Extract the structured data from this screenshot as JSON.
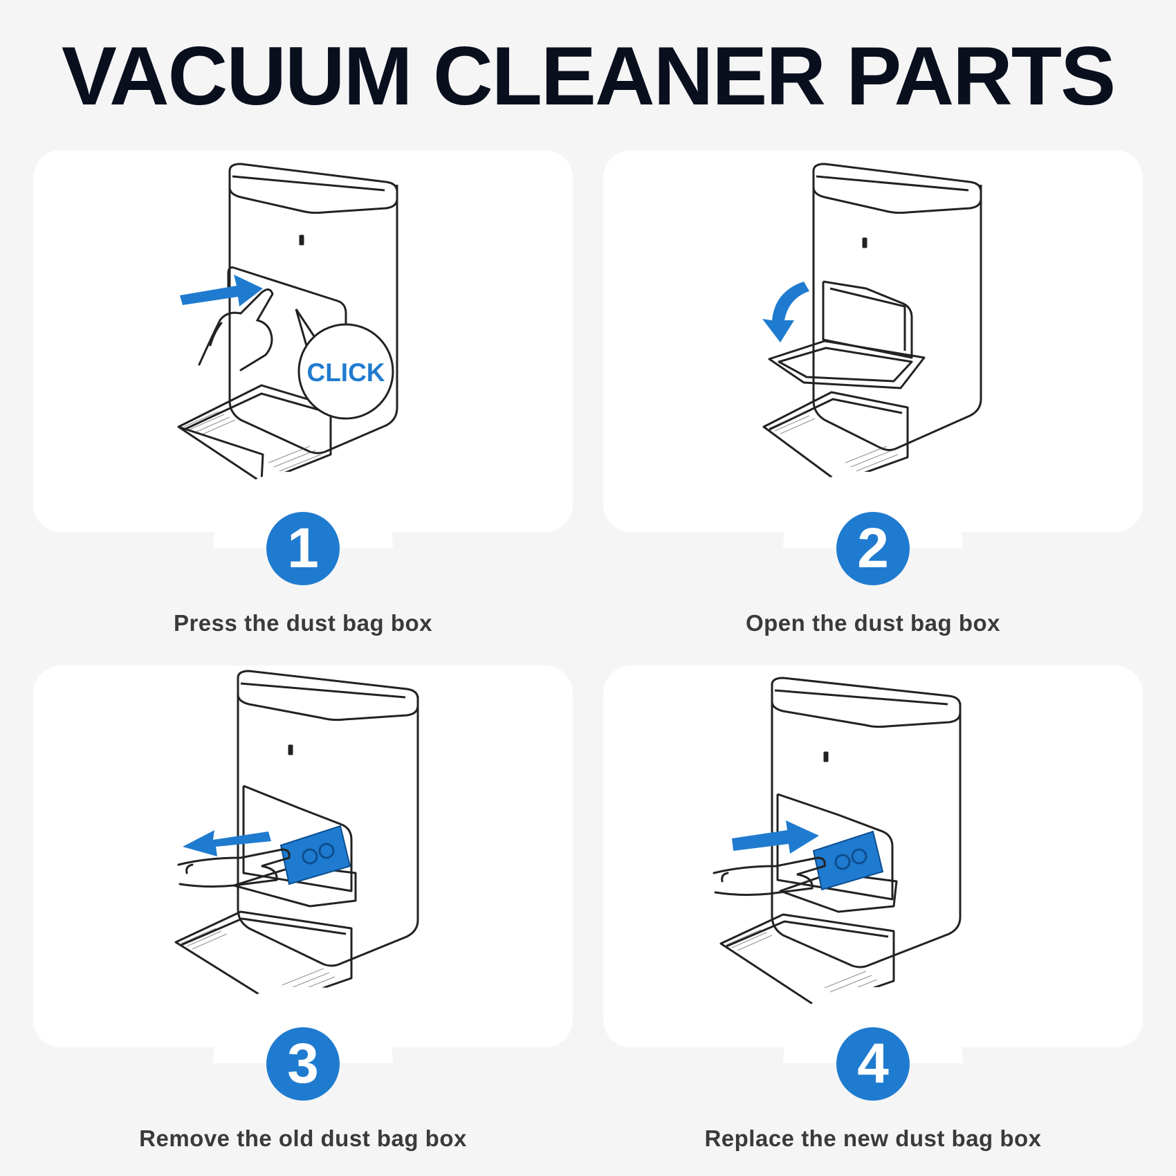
{
  "title": "VACUUM CLEANER PARTS",
  "accent_color": "#1f7bcf",
  "steps": [
    {
      "number": "1",
      "caption": "Press the dust bag box",
      "callout": "CLICK",
      "icon": "arrow-right-icon"
    },
    {
      "number": "2",
      "caption": "Open the dust bag box",
      "icon": "curved-arrow-down-icon"
    },
    {
      "number": "3",
      "caption": "Remove the old dust bag box",
      "icon": "arrow-left-icon"
    },
    {
      "number": "4",
      "caption": "Replace the new dust bag box",
      "icon": "arrow-right-icon"
    }
  ]
}
